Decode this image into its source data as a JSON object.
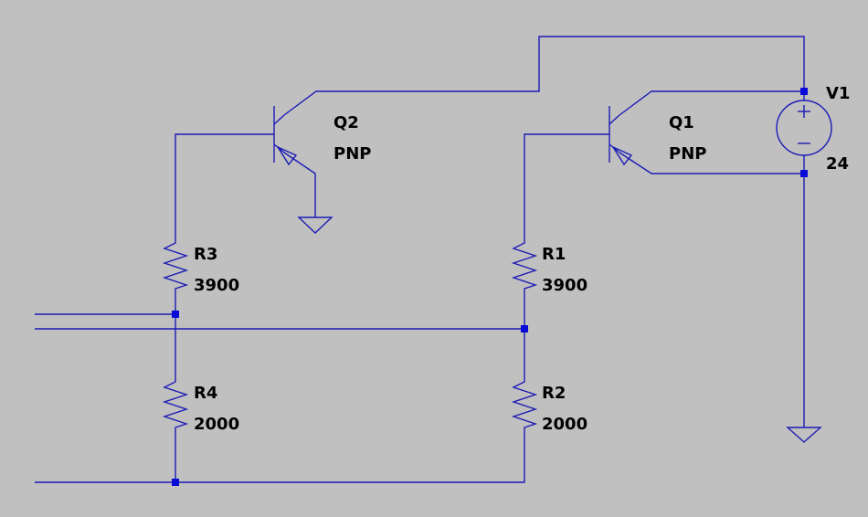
{
  "colors": {
    "background": "#c0c0c0",
    "wire": "#1b1bb5",
    "node": "#0a0ad8",
    "label": "#000000"
  },
  "components": {
    "Q2": {
      "name": "Q2",
      "model": "PNP"
    },
    "Q1": {
      "name": "Q1",
      "model": "PNP"
    },
    "V1": {
      "name": "V1",
      "value": "24"
    },
    "R3": {
      "name": "R3",
      "value": "3900"
    },
    "R1": {
      "name": "R1",
      "value": "3900"
    },
    "R4": {
      "name": "R4",
      "value": "2000"
    },
    "R2": {
      "name": "R2",
      "value": "2000"
    }
  }
}
